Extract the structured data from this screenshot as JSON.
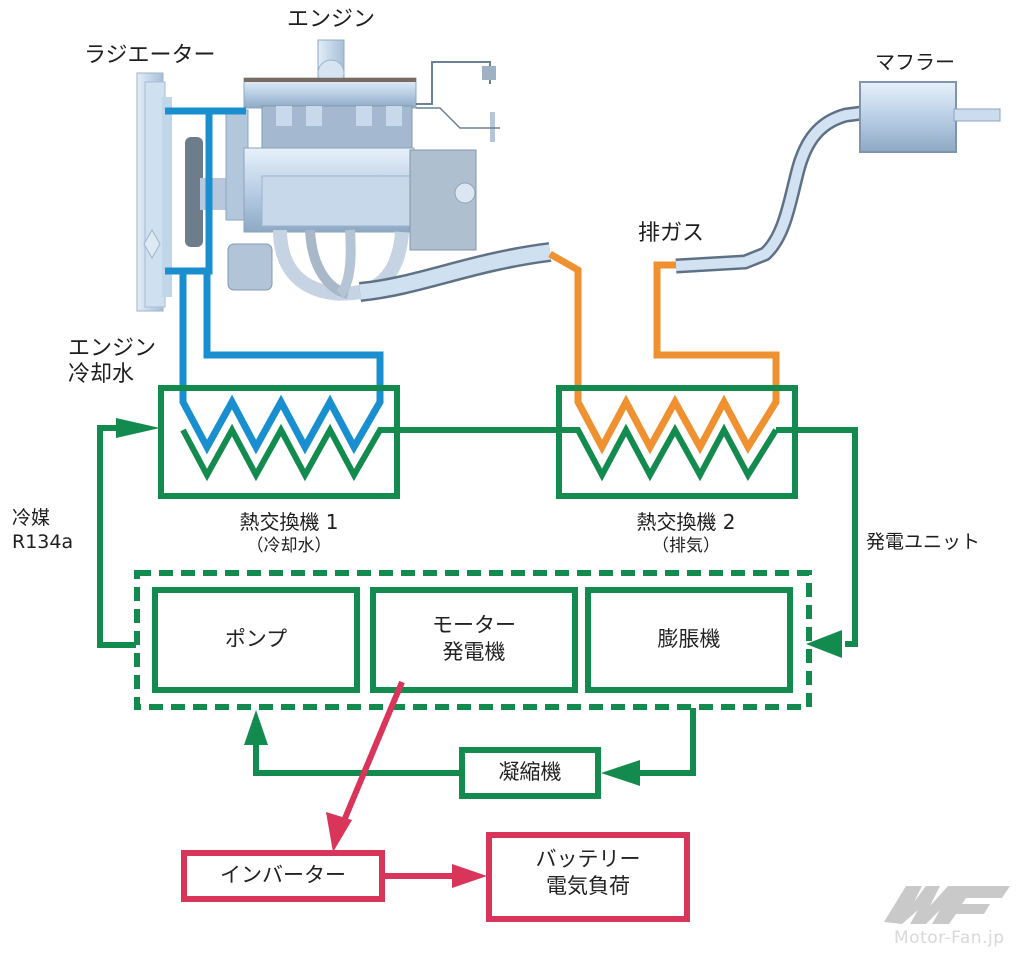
{
  "labels": {
    "engine": "エンジン",
    "radiator": "ラジエーター",
    "muffler": "マフラー",
    "exhaust_gas": "排ガス",
    "engine_coolant_line1": "エンジン",
    "engine_coolant_line2": "冷却水",
    "refrigerant_line1": "冷媒",
    "refrigerant_line2": "R134a",
    "hx1_line1": "熱交換機 1",
    "hx1_line2": "（冷却水）",
    "hx2_line1": "熱交換機 2",
    "hx2_line2": "（排気）",
    "power_unit": "発電ユニット"
  },
  "boxes": {
    "pump": "ポンプ",
    "motor_line1": "モーター",
    "motor_line2": "発電機",
    "expander": "膨脹機",
    "condenser": "凝縮機",
    "inverter": "インバーター",
    "battery_line1": "バッテリー",
    "battery_line2": "電気負荷"
  },
  "colors": {
    "refrigerant": "#138a4e",
    "coolant": "#1a8fd0",
    "exhaust": "#ef9130",
    "electric": "#d9345a",
    "engine_metal": "#b9cfe6"
  },
  "watermark": {
    "logo": "MF",
    "text": "Motor-Fan.jp"
  }
}
